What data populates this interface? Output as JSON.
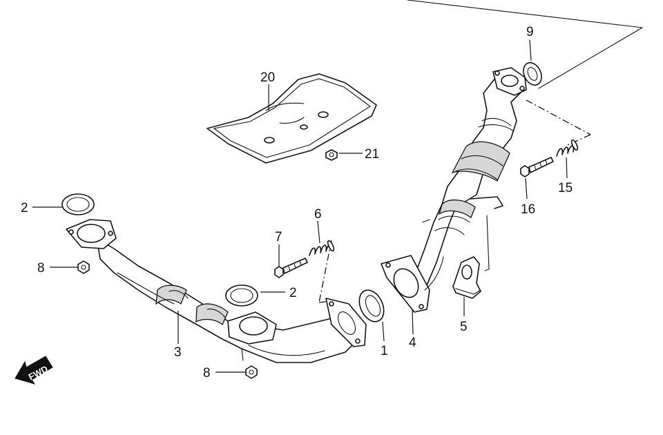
{
  "callouts": [
    {
      "id": "c1",
      "text": "1"
    },
    {
      "id": "c2a",
      "text": "2"
    },
    {
      "id": "c2b",
      "text": "2"
    },
    {
      "id": "c3",
      "text": "3"
    },
    {
      "id": "c4",
      "text": "4"
    },
    {
      "id": "c5",
      "text": "5"
    },
    {
      "id": "c6",
      "text": "6"
    },
    {
      "id": "c7",
      "text": "7"
    },
    {
      "id": "c8a",
      "text": "8"
    },
    {
      "id": "c8b",
      "text": "8"
    },
    {
      "id": "c9",
      "text": "9"
    },
    {
      "id": "c15",
      "text": "15"
    },
    {
      "id": "c16",
      "text": "16"
    },
    {
      "id": "c20",
      "text": "20"
    },
    {
      "id": "c21",
      "text": "21"
    }
  ],
  "direction_badge": {
    "text": "FWD"
  },
  "colors": {
    "line": "#111111",
    "background": "#ffffff",
    "shading": "#d6d6d6"
  }
}
